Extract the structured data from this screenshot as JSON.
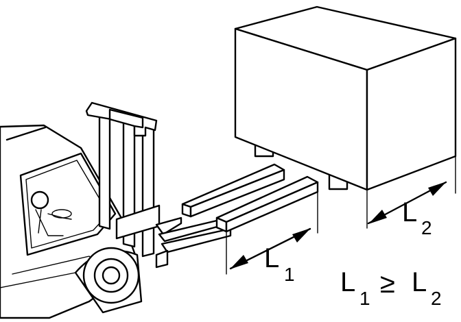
{
  "labels": {
    "l1": {
      "letter": "L",
      "sub": "1"
    },
    "l2": {
      "letter": "L",
      "sub": "2"
    },
    "relation": {
      "left_letter": "L",
      "left_sub": "1",
      "operator": "≥",
      "right_letter": "L",
      "right_sub": "2"
    }
  }
}
